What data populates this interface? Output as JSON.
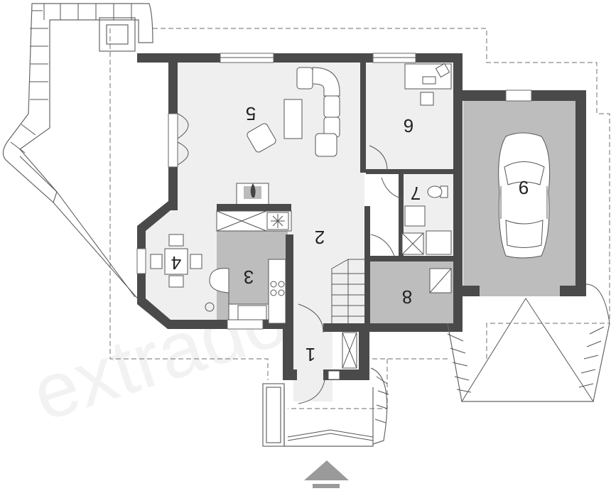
{
  "watermark": "extradom",
  "rooms": [
    {
      "id": "1",
      "label": "1"
    },
    {
      "id": "2",
      "label": "2"
    },
    {
      "id": "3",
      "label": "3"
    },
    {
      "id": "4",
      "label": "4"
    },
    {
      "id": "5",
      "label": "5"
    },
    {
      "id": "6",
      "label": "6"
    },
    {
      "id": "7",
      "label": "7"
    },
    {
      "id": "8",
      "label": "8"
    },
    {
      "id": "9",
      "label": "9"
    }
  ],
  "colors": {
    "wall": "#4a4a4a",
    "floor_light": "#efefef",
    "floor_mid": "#bdbdbd",
    "entrance_arrow": "#9a9a9a"
  }
}
